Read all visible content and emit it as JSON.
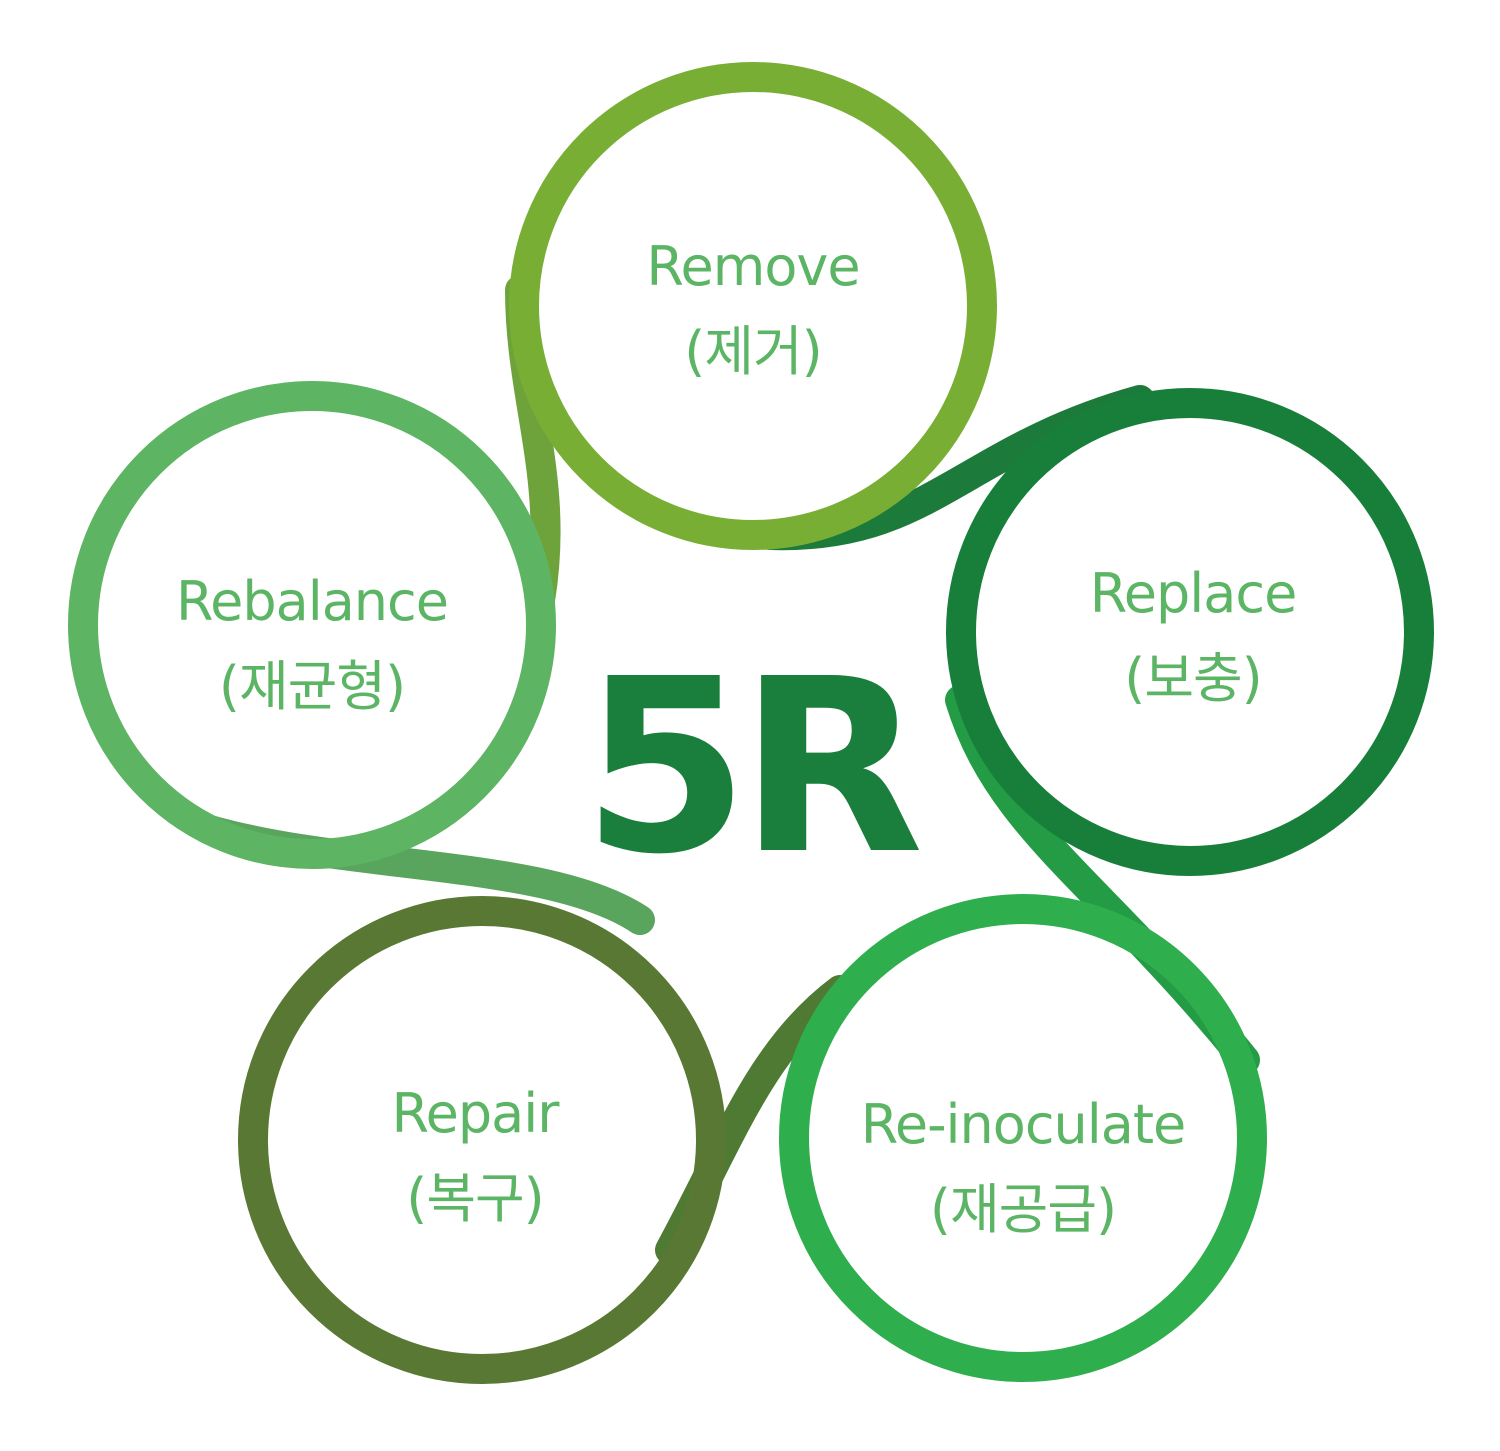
{
  "title": "5R",
  "colors": {
    "remove": "#79ae35",
    "replace": "#187f3b",
    "reinoculate": "#2fae4d",
    "repair": "#587833",
    "rebalance": "#5db462",
    "label_text": "#5cb565",
    "title_text": "#1a7f3c"
  },
  "petals": [
    {
      "id": "remove",
      "name": "Remove",
      "korean": "(제거)"
    },
    {
      "id": "replace",
      "name": "Replace",
      "korean": "(보충)"
    },
    {
      "id": "reinoculate",
      "name": "Re-inoculate",
      "korean": "(재공급)"
    },
    {
      "id": "repair",
      "name": "Repair",
      "korean": "(복구)"
    },
    {
      "id": "rebalance",
      "name": "Rebalance",
      "korean": "(재균형)"
    }
  ]
}
